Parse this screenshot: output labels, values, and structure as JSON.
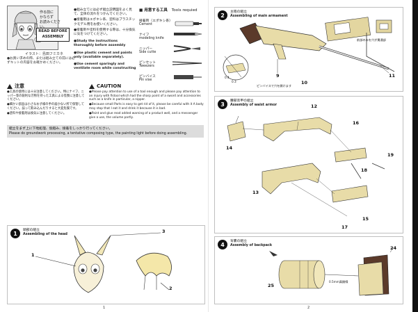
{
  "intro": {
    "avatar_caption": "作る前に\nかならず\nお読みください。",
    "read_before": "READ BEFORE\nASSEMBLY",
    "illustrator": "イラスト：島田フミカネ",
    "notes_jp": "●お買い求めの際、または組み立ての前には必ずキットの内容をお確かめください。",
    "top_notes": [
      {
        "jp": "●組み立てには必ず組立説明図をよく見て、全体の流れをつかんでください。",
        "en": "●Study the instructions thoroughly before assembly"
      },
      {
        "jp": "●接着剤はエポキシ系、塗料はプラスチックモデル用をお使いください。",
        "en": "●Use plastic cement and paints only (available separately)."
      },
      {
        "jp": "●接着剤や塗料を使用する際は、十分換気に気をつけてください。",
        "en": "●Use cement sparingly and ventilate room while constructing"
      }
    ]
  },
  "tools": {
    "header_jp": "用意する工具",
    "header_en": "Tools requied",
    "items": [
      {
        "jp": "接着剤（エポキシ系）",
        "en": "Cement"
      },
      {
        "jp": "ナイフ",
        "en": "modeling knife"
      },
      {
        "jp": "ニッパー",
        "en": "Side cutte"
      },
      {
        "jp": "ピンセット",
        "en": "Tweezers"
      },
      {
        "jp": "ピンバイス",
        "en": "Pin vise"
      }
    ]
  },
  "caution": {
    "title_jp": "注意",
    "title_en": "CAUTION",
    "jp_lines": [
      "●工具の使用には十分注意してください。特にナイフ、ニッパー等の鋭利な刃物を持った工具による怪我に注意してください。",
      "●細かい部品は小さなお子様の手の届かない所で保管してください。誤って飲み込んだりすると大変危険です。",
      "●塗料や接着剤は換気に注意してください。"
    ],
    "en_lines": [
      "●Please pay attention to use of a tool enough and please pay attention to an injury with fistool which had the sharp point of a sword and accessories such as a knife in particular, a nipper.",
      "●Because small Parts is easy to get rid of it, please be careful with it A body may stop that I eat it and drink it because it is bad.",
      "●Paint and glue read added warning of a product well, and a messenger give a use, the volume partly."
    ]
  },
  "banner": {
    "jp": "組立をまず上に下地処理、仮組み、接着をしっかり行ってください。",
    "en": "Please do groundwork processing, a tentative composing type, the painting light before doing assembling."
  },
  "steps": {
    "s1": {
      "num": "1",
      "jp": "頭部の組立",
      "en": "Assembling of the head",
      "callouts": [
        "1",
        "2",
        "3"
      ]
    },
    "s2": {
      "num": "2",
      "jp": "主砲の組立",
      "en": "Assembling of main armament",
      "callouts": [
        "9",
        "10",
        "11"
      ],
      "note_a": "ピンバイスで穴を開けます",
      "note_b": "前部のみを穴が貫通部",
      "sizes": [
        "0.4",
        "0.3"
      ]
    },
    "s3": {
      "num": "3",
      "jp": "腰部装甲の組立",
      "en": "Assembly of waist armor",
      "callouts": [
        "12",
        "13",
        "14",
        "15",
        "16",
        "17",
        "18",
        "19"
      ]
    },
    "s4": {
      "num": "4",
      "jp": "背嚢の組立",
      "en": "Assembly of backpack",
      "callouts": [
        "24",
        "25"
      ],
      "note": "0.5mm真鍮線"
    }
  },
  "page_numbers": [
    "1",
    "2"
  ]
}
